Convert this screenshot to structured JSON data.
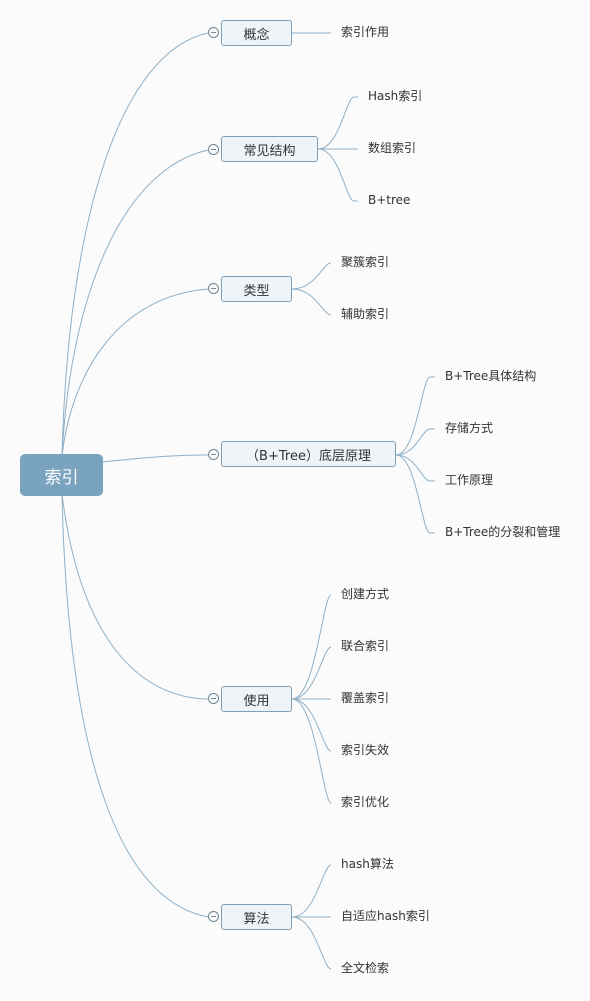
{
  "root": {
    "label": "索引"
  },
  "branches": [
    {
      "label": "概念",
      "leaves": [
        "索引作用"
      ]
    },
    {
      "label": "常见结构",
      "leaves": [
        "Hash索引",
        "数组索引",
        "B+tree"
      ]
    },
    {
      "label": "类型",
      "leaves": [
        "聚簇索引",
        "辅助索引"
      ]
    },
    {
      "label": "（B+Tree）底层原理",
      "leaves": [
        "B+Tree具体结构",
        "存储方式",
        "工作原理",
        "B+Tree的分裂和管理"
      ]
    },
    {
      "label": "使用",
      "leaves": [
        "创建方式",
        "联合索引",
        "覆盖索引",
        "索引失效",
        "索引优化"
      ]
    },
    {
      "label": "算法",
      "leaves": [
        "hash算法",
        "自适应hash索引",
        "全文检索"
      ]
    }
  ],
  "colors": {
    "line": "#8fb0c8",
    "root_fill": "#7aa3c0",
    "branch_fill": "#eef4f8",
    "branch_border": "#7f9fb6"
  }
}
